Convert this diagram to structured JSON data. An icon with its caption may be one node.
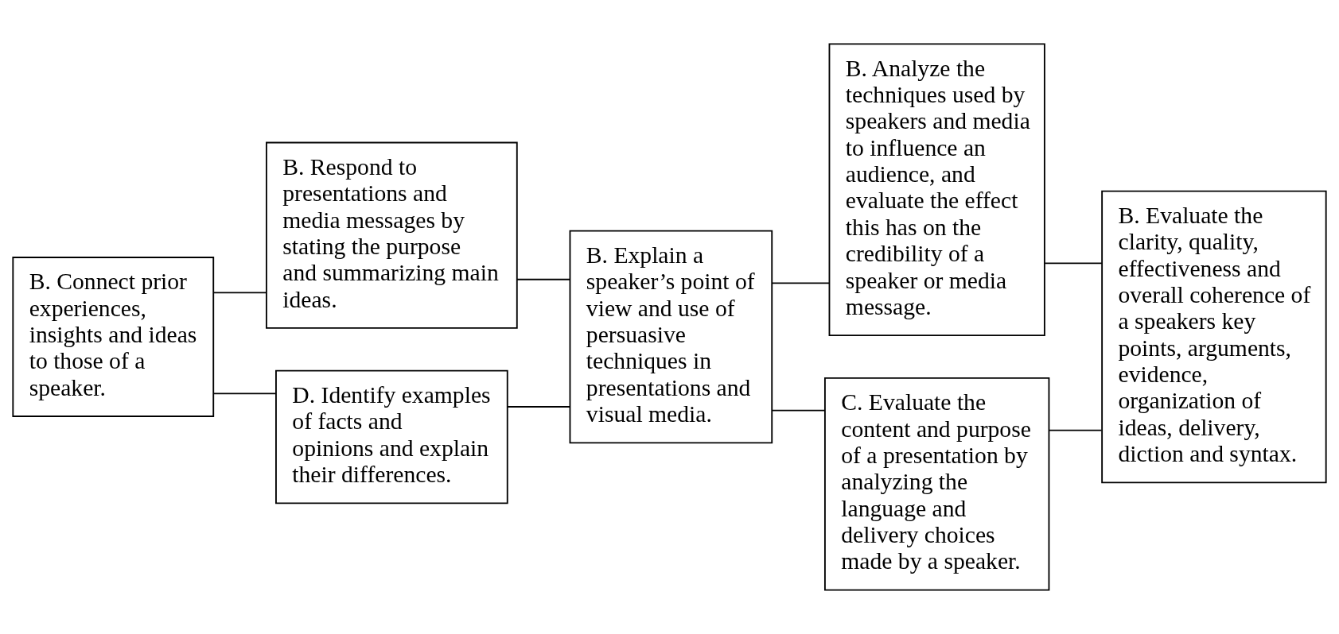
{
  "diagram": {
    "nodes": [
      {
        "text": [
          "B. Connect prior experiences, insights and ideas to those of a speaker."
        ]
      },
      {
        "text": [
          "B. Respond to presentations and media messages by stating the purpose and summarizing main ideas."
        ]
      },
      {
        "text": [
          "D. Identify examples of facts and opinions and explain their differences."
        ]
      },
      {
        "text": [
          "B. Explain a speaker’s point of view and use of persuasive techniques in presentations and visual media."
        ]
      },
      {
        "text": [
          "B. Analyze the techniques used by speakers and media to influence an audience, and evaluate the effect this has on the credibility of a speaker or media message."
        ]
      },
      {
        "text": [
          "C. Evaluate the content and purpose of a presentation by analyzing the language and delivery choices made by a speaker."
        ]
      },
      {
        "text": [
          "B. Evaluate the clarity, quality, effectiveness and overall coherence of a speakers key points, arguments, evidence, organization of ideas, delivery, diction and syntax."
        ]
      }
    ],
    "edges": [
      {
        "from": 0,
        "to": 1,
        "arrow": "none"
      },
      {
        "from": 0,
        "to": 2,
        "arrow": "none"
      },
      {
        "from": 1,
        "to": 3,
        "arrow": "none"
      },
      {
        "from": 2,
        "to": 3,
        "arrow": "none"
      },
      {
        "from": 3,
        "to": 4,
        "arrow": "none"
      },
      {
        "from": 3,
        "to": 5,
        "arrow": "none"
      },
      {
        "from": 4,
        "to": 6,
        "arrow": "none"
      },
      {
        "from": 5,
        "to": 6,
        "arrow": "none"
      }
    ]
  }
}
